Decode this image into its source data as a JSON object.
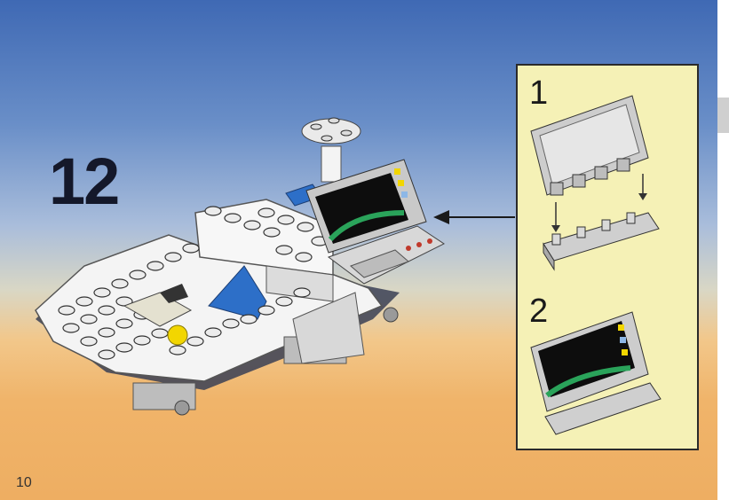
{
  "step": {
    "number": "12"
  },
  "page": {
    "number": "10"
  },
  "callout": {
    "substeps": [
      {
        "label": "1",
        "content": "screen-frame-and-hinge-plate"
      },
      {
        "label": "2",
        "content": "assembled-control-screen"
      }
    ]
  },
  "colors": {
    "sky_top": "#3f69b4",
    "sand": "#eeae62",
    "callout_bg": "#f5f1b6",
    "brick_white": "#f4f4f4",
    "brick_gray": "#c9c9c9",
    "brick_blue": "#2d6fc8",
    "brick_yellow": "#f2d600"
  },
  "icons": [
    "arrow-left-icon"
  ]
}
